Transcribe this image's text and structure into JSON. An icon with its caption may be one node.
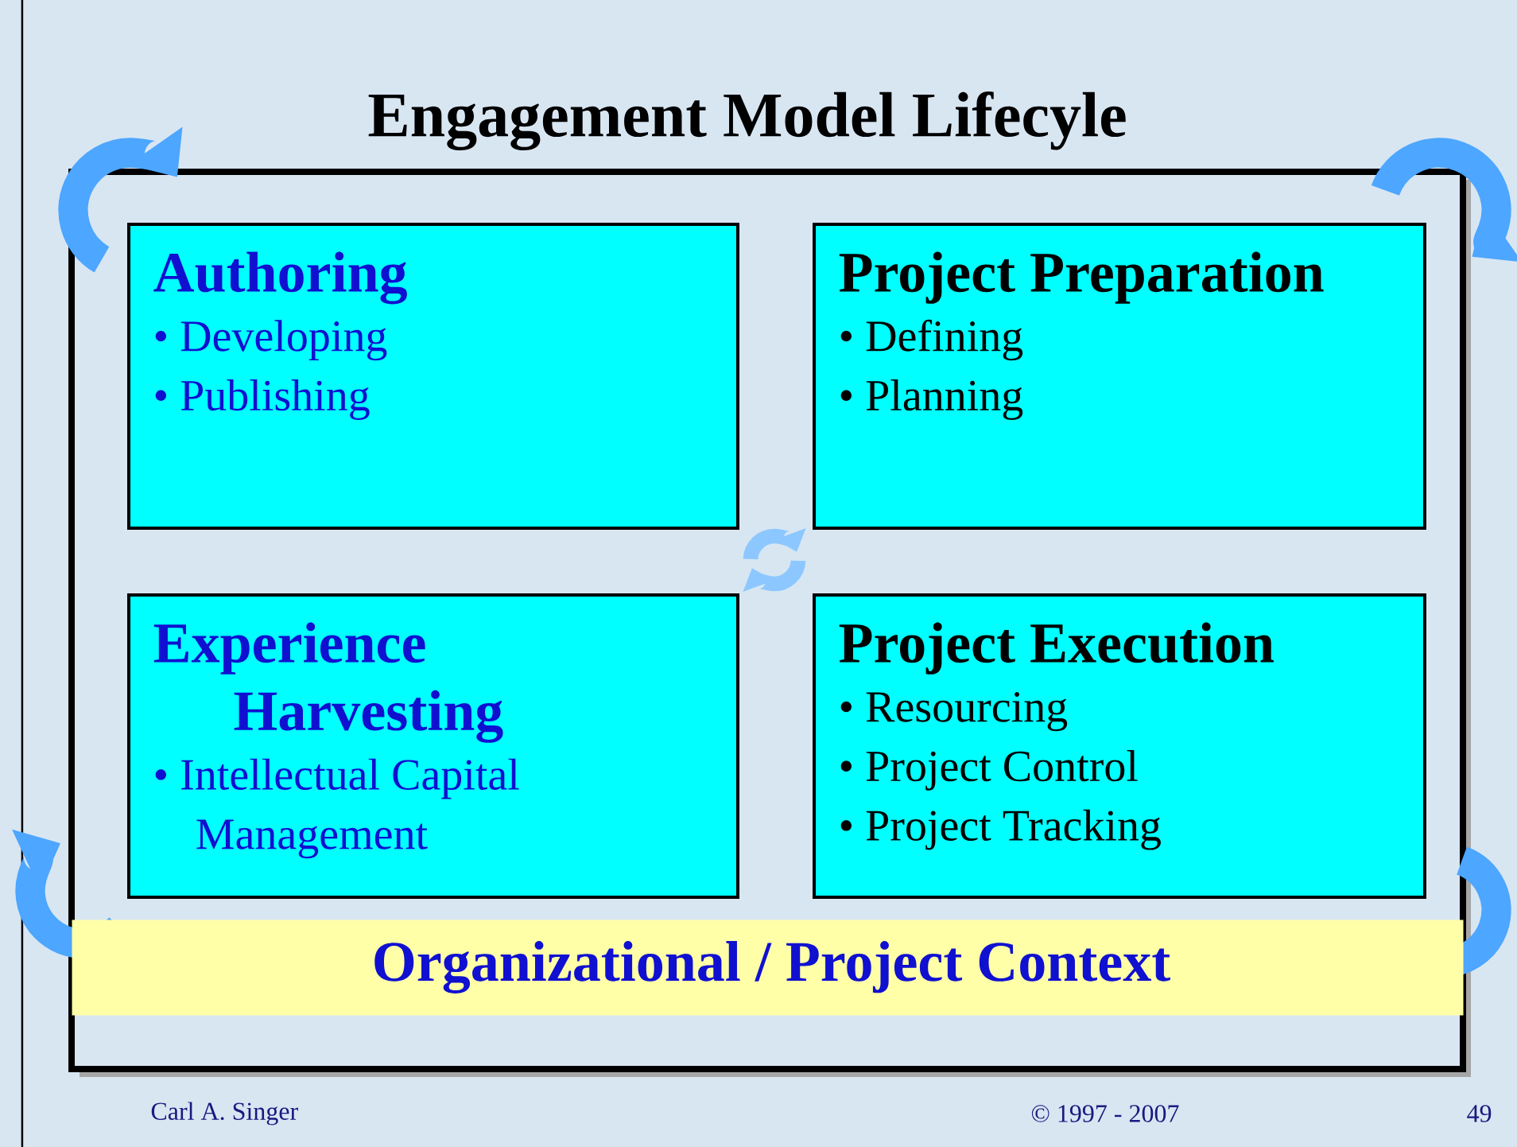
{
  "diagram": {
    "title": "Engagement Model Lifecyle",
    "nodes": [
      {
        "text": [
          "Authoring",
          "• Developing",
          "• Publishing"
        ]
      },
      {
        "text": [
          "Project Preparation",
          "• Defining",
          "• Planning"
        ]
      },
      {
        "text": [
          "Experience Harvesting",
          "• Intellectual Capital Management"
        ]
      },
      {
        "text": [
          "Project Execution",
          "• Resourcing",
          "• Project Control",
          "• Project Tracking"
        ]
      },
      {
        "text": [
          "Organizational / Project Context"
        ]
      }
    ],
    "labels": [
      "Carl A. Singer",
      "© 1997 - 2007",
      "49"
    ]
  }
}
